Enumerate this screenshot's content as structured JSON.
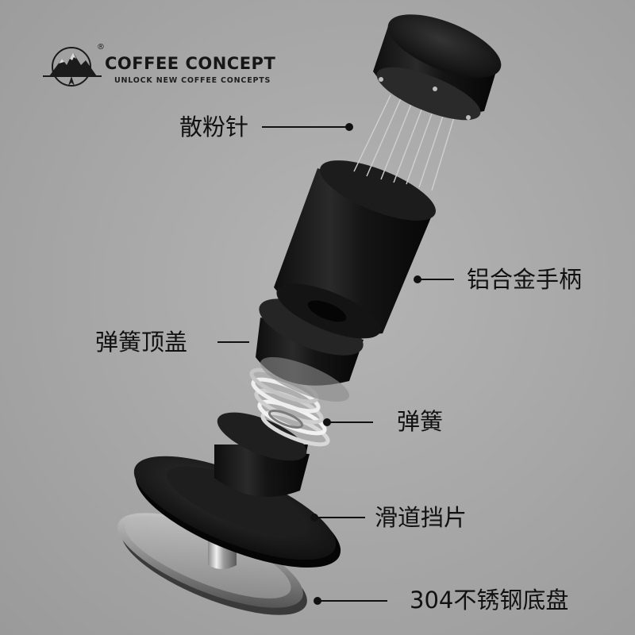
{
  "brand": {
    "name": "COFFEE CONCEPT",
    "tagline": "UNLOCK NEW COFFEE CONCEPTS",
    "registered": "®",
    "logo_icon": "mountain-compass-icon"
  },
  "callouts": [
    {
      "id": "needles",
      "label": "散粉针"
    },
    {
      "id": "handle",
      "label": "铝合金手柄"
    },
    {
      "id": "spring-cap",
      "label": "弹簧顶盖"
    },
    {
      "id": "spring",
      "label": "弹簧"
    },
    {
      "id": "slide-stop",
      "label": "滑道挡片"
    },
    {
      "id": "base",
      "label": "304不锈钢底盘"
    }
  ],
  "colors": {
    "background": "#a8a8a8",
    "metal_dark": "#1a1a1a",
    "steel": "#c8c8c8",
    "text": "#111111"
  }
}
